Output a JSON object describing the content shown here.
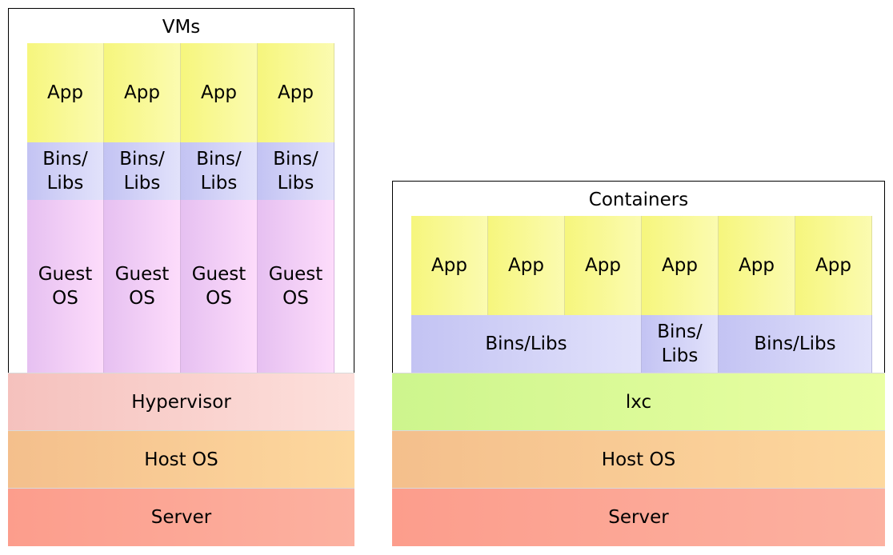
{
  "vms": {
    "title": "VMs",
    "apps": [
      "App",
      "App",
      "App",
      "App"
    ],
    "bins": [
      "Bins/\nLibs",
      "Bins/\nLibs",
      "Bins/\nLibs",
      "Bins/\nLibs"
    ],
    "guests": [
      "Guest\nOS",
      "Guest\nOS",
      "Guest\nOS",
      "Guest\nOS"
    ],
    "hypervisor": "Hypervisor",
    "host_os": "Host OS",
    "server": "Server"
  },
  "containers": {
    "title": "Containers",
    "apps": [
      "App",
      "App",
      "App",
      "App",
      "App",
      "App"
    ],
    "bins": [
      "Bins/Libs",
      "Bins/\nLibs",
      "Bins/Libs"
    ],
    "lxc": "lxc",
    "host_os": "Host OS",
    "server": "Server"
  },
  "colors": {
    "app": "#f8f891",
    "bins_libs": "#d0d0f7",
    "guest_os": "#f1cdf6",
    "hypervisor": "#fad0cc",
    "lxc": "#dcfa98",
    "host_os": "#f9cb95",
    "server": "#fca796"
  }
}
